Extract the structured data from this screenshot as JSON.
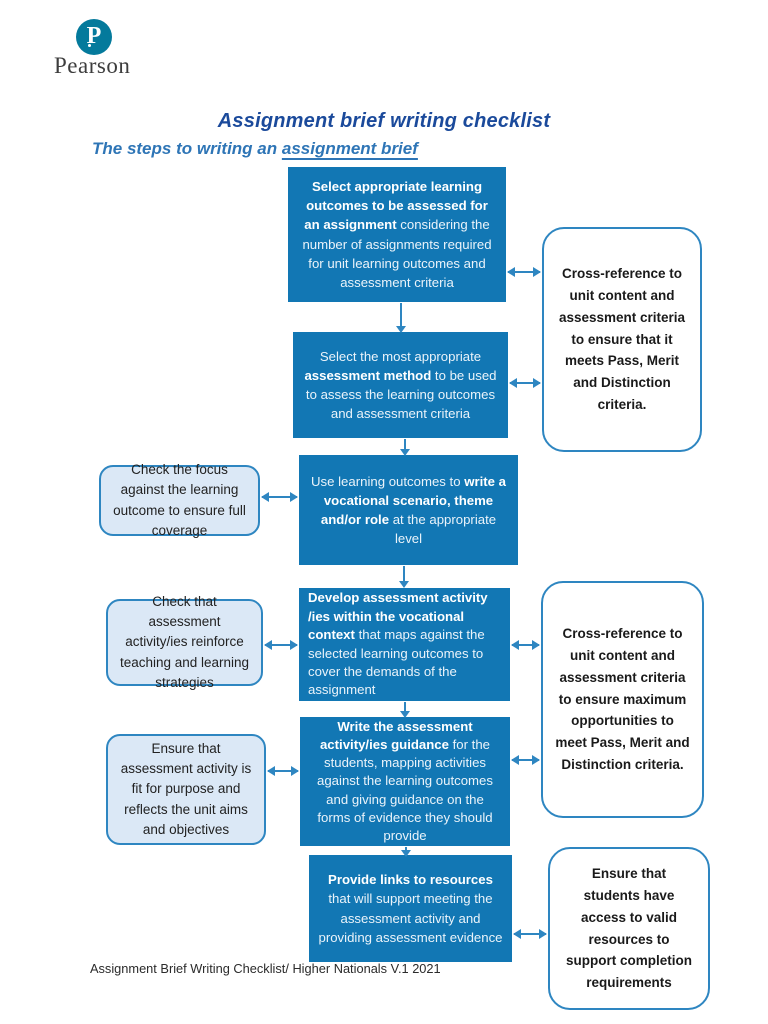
{
  "logo": {
    "brand": "Pearson",
    "initial": "P"
  },
  "header": {
    "title": "Assignment brief writing checklist",
    "subtitle_pre": "The steps to writing an ",
    "subtitle_underlined": "assignment brief"
  },
  "flow_boxes": [
    {
      "pre": "",
      "bold": "Select appropriate learning outcomes to be assessed for an assignment",
      "post": " considering the number of assignments required for unit learning outcomes and assessment criteria"
    },
    {
      "pre": "Select the most appropriate ",
      "bold": "assessment method",
      "post": " to be used to assess the learning outcomes and assessment criteria"
    },
    {
      "pre": "Use learning outcomes to ",
      "bold": "write a vocational scenario, theme and/or role",
      "post": " at the appropriate level"
    },
    {
      "pre": "",
      "bold": "Develop assessment activity /ies within the vocational context",
      "post": " that maps against the selected learning outcomes to cover the demands of the assignment"
    },
    {
      "pre": "",
      "bold": "Write the assessment activity/ies guidance",
      "post": " for the students, mapping activities against the learning outcomes and giving guidance on the forms of evidence they should provide"
    },
    {
      "pre": "",
      "bold": "Provide links to resources",
      "post": " that will support meeting the assessment activity and providing assessment evidence"
    }
  ],
  "right_boxes": [
    "Cross-reference to unit content and assessment criteria to ensure that it meets Pass, Merit and Distinction criteria.",
    "Cross-reference to unit content and assessment criteria to ensure maximum opportunities to meet Pass, Merit and Distinction criteria.",
    "Ensure that students have access to valid resources to support completion requirements"
  ],
  "left_boxes": [
    "Check the focus against the learning outcome to ensure full coverage",
    "Check that assessment activity/ies reinforce teaching and learning strategies",
    "Ensure that assessment activity is fit for purpose and reflects the unit aims and objectives"
  ],
  "footer": {
    "text": "Assignment Brief Writing Checklist/ Higher Nationals V.1 2021"
  },
  "colors": {
    "flow_box_blue": "#1277b4",
    "title_blue": "#1b4a9b",
    "subtitle_blue": "#2e75b6",
    "arrow_blue": "#2e86c1",
    "note_border_blue": "#2e86c1",
    "left_note_bg": "#dbe8f6",
    "pearson_teal": "#047a9c"
  }
}
